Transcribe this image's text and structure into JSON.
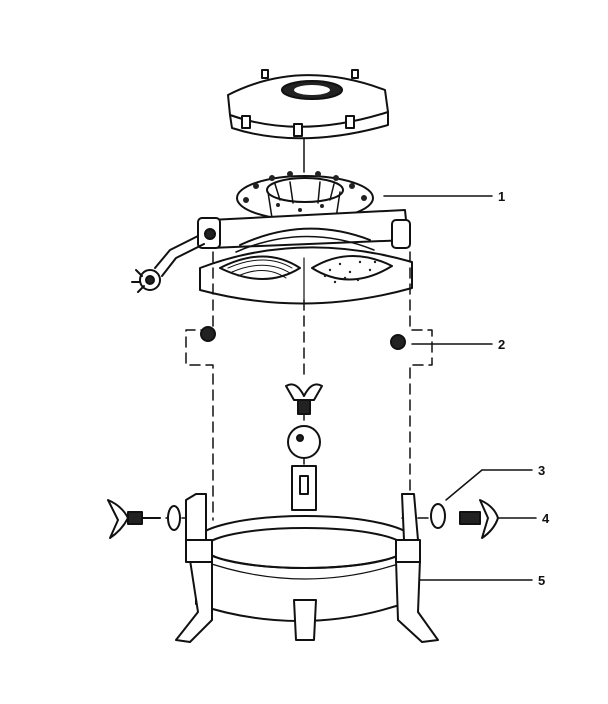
{
  "figure": {
    "kind": "exploded parts diagram",
    "ink_color": "#111111",
    "paper_color": "#ffffff",
    "callouts": [
      {
        "id": "1",
        "label": "1"
      },
      {
        "id": "2",
        "label": "2"
      },
      {
        "id": "3",
        "label": "3"
      },
      {
        "id": "4",
        "label": "4"
      },
      {
        "id": "5",
        "label": "5"
      }
    ]
  }
}
